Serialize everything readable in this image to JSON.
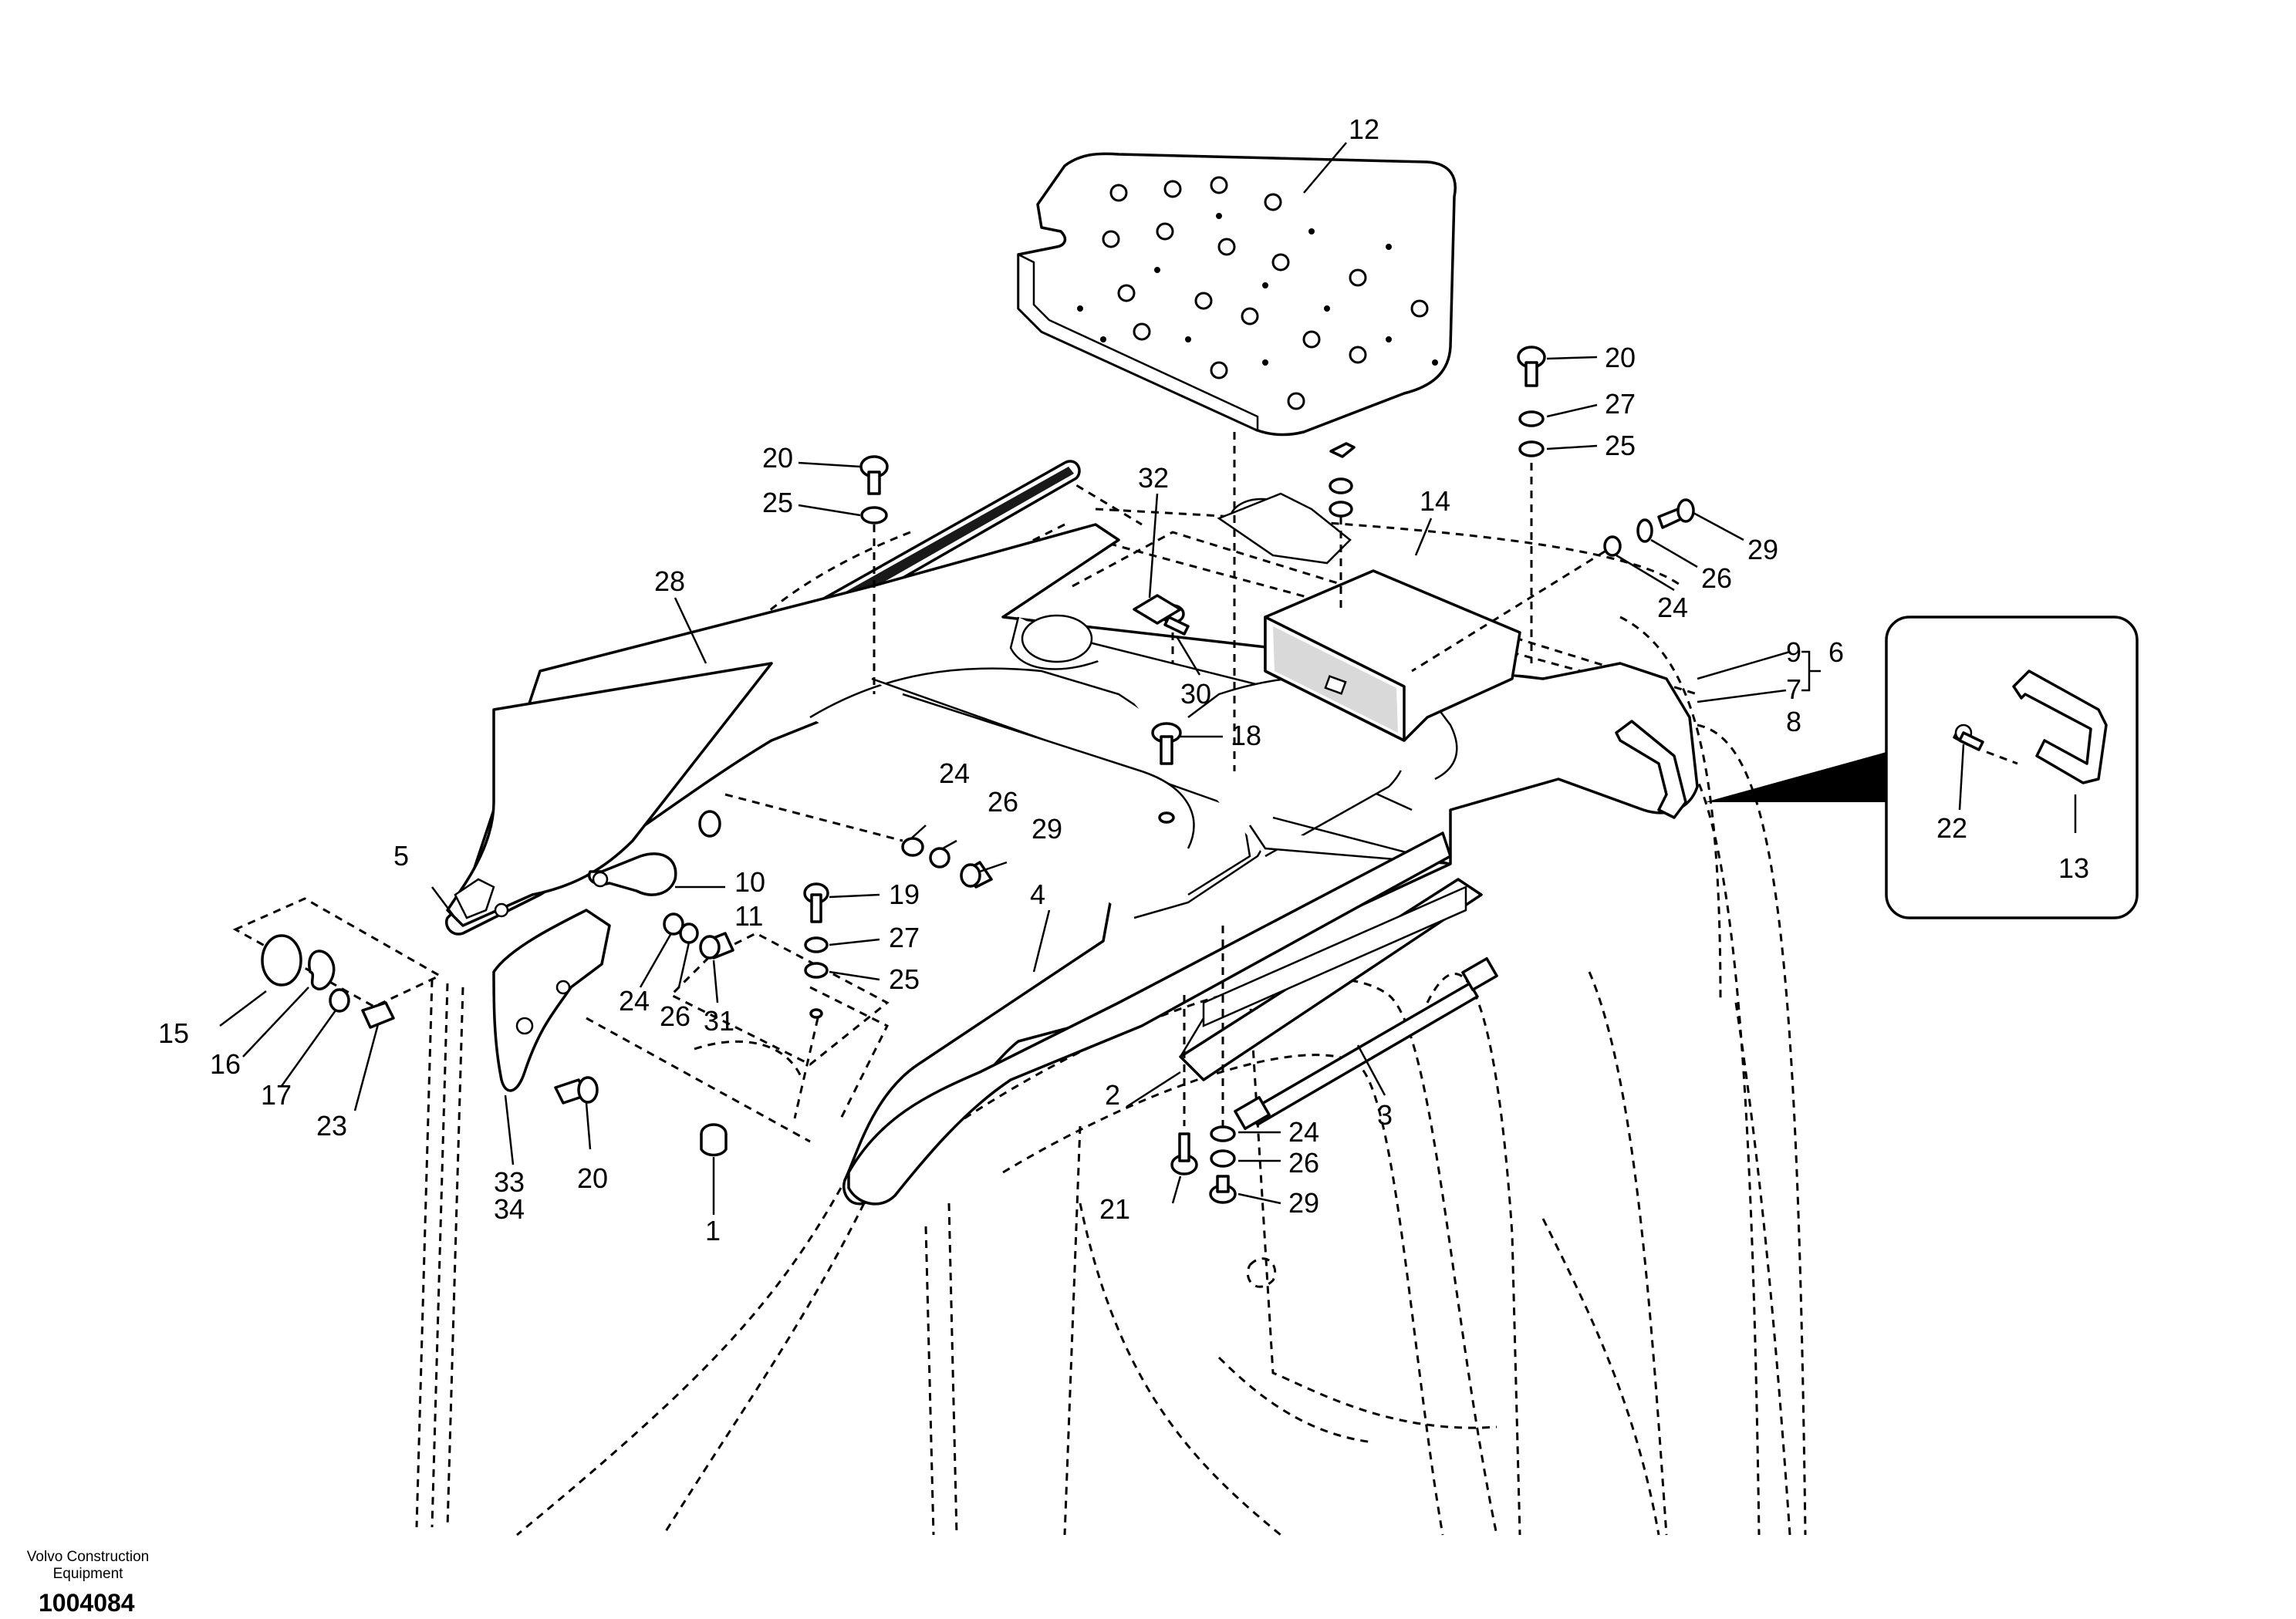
{
  "footer": {
    "brand_line1": "Volvo Construction",
    "brand_line2": "Equipment",
    "document_number": "1004084"
  },
  "callouts": [
    "1",
    "2",
    "3",
    "4",
    "5",
    "6",
    "7",
    "8",
    "9",
    "10",
    "11",
    "12",
    "13",
    "14",
    "15",
    "16",
    "17",
    "18",
    "19",
    "20",
    "21",
    "22",
    "23",
    "24",
    "25",
    "26",
    "27",
    "28",
    "29",
    "30",
    "31",
    "32",
    "33",
    "34"
  ],
  "labels": {
    "p12": "12",
    "p20a": "20",
    "p27a": "27",
    "p25a": "25",
    "p20b": "20",
    "p25b": "25",
    "p32": "32",
    "p14": "14",
    "p29a": "29",
    "p26a": "26",
    "p24a": "24",
    "p28": "28",
    "p30": "30",
    "p18": "18",
    "p9": "9",
    "p6": "6",
    "p7": "7",
    "p8": "8",
    "p24b": "24",
    "p26b": "26",
    "p29b": "29",
    "p5": "5",
    "p10": "10",
    "p11": "11",
    "p19": "19",
    "p27b": "27",
    "p25c": "25",
    "p15": "15",
    "p16": "16",
    "p17": "17",
    "p23": "23",
    "p24c": "24",
    "p26c": "26",
    "p31": "31",
    "p4": "4",
    "p33": "33",
    "p34": "34",
    "p20c": "20",
    "p1": "1",
    "p2": "2",
    "p3": "3",
    "p24d": "24",
    "p26d": "26",
    "p21": "21",
    "p29c": "29",
    "p22": "22",
    "p13": "13"
  }
}
